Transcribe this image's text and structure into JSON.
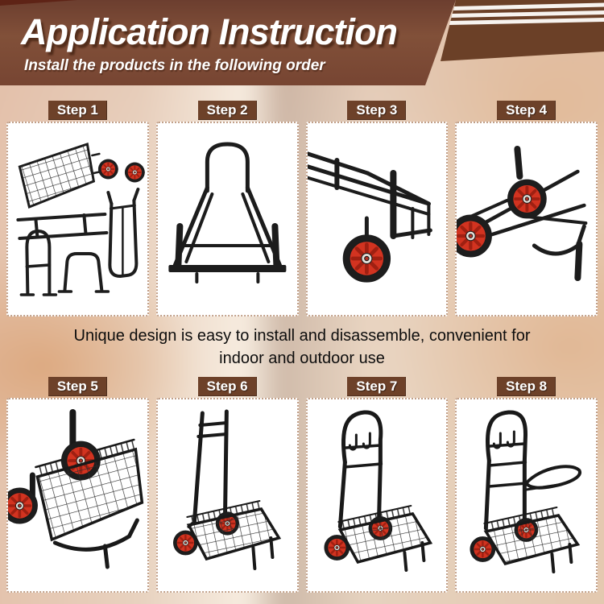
{
  "header": {
    "title": "Application Instruction",
    "subtitle": "Install the products in the following order",
    "colors": {
      "banner_brown": "#7a4a34",
      "band_dark": "#6b4027",
      "stripe_white": "#f7f3ef",
      "corner_maroon": "#5c1f12"
    }
  },
  "note": {
    "line1": "Unique design is easy to install and disassemble, convenient for",
    "line2": "indoor and outdoor use"
  },
  "steps": [
    {
      "label": "Step 1",
      "image": "disassembled-cart-parts-photo"
    },
    {
      "label": "Step 2",
      "image": "main-frame-assembled-photo"
    },
    {
      "label": "Step 3",
      "image": "frame-with-one-wheel-photo"
    },
    {
      "label": "Step 4",
      "image": "frame-with-two-wheels-photo"
    },
    {
      "label": "Step 5",
      "image": "mesh-basket-attached-photo"
    },
    {
      "label": "Step 6",
      "image": "upright-cart-crossbars-photo"
    },
    {
      "label": "Step 7",
      "image": "cart-with-handle-and-hooks-photo"
    },
    {
      "label": "Step 8",
      "image": "finished-cart-with-saddle-rack-photo"
    }
  ],
  "colors": {
    "label_brown": "#6d4129",
    "panel_border": "#c2a089",
    "wheel_red": "#d23320",
    "wheel_spoke_red": "#9f2012",
    "steel_black": "#1d1d1d",
    "background_beige": "#e7d7c6"
  }
}
